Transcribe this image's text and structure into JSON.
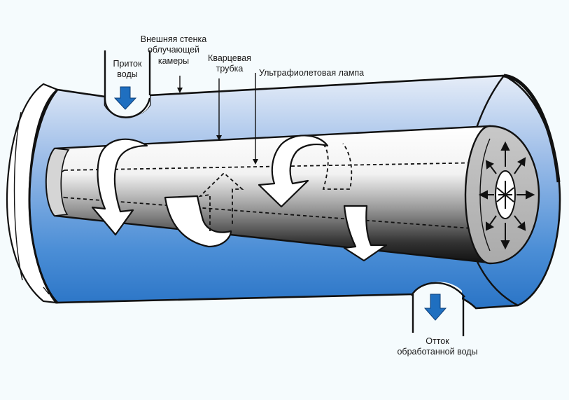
{
  "title": "UV water sterilizer chamber",
  "labels": {
    "inlet": [
      "Приток",
      "воды"
    ],
    "outer_wall": [
      "Внешняя стенка",
      "облучающей",
      "камеры"
    ],
    "quartz_tube": [
      "Кварцевая",
      "трубка"
    ],
    "uv_lamp": "Ультрафиолетовая лампа",
    "outlet": [
      "Отток",
      "обработанной воды"
    ]
  },
  "colors": {
    "water_light": "#dce6f5",
    "water_dark": "#2f7ccc",
    "arrow_blue": "#1f6fc0",
    "lamp_end": "#b9b9b9",
    "outline": "#111111"
  }
}
